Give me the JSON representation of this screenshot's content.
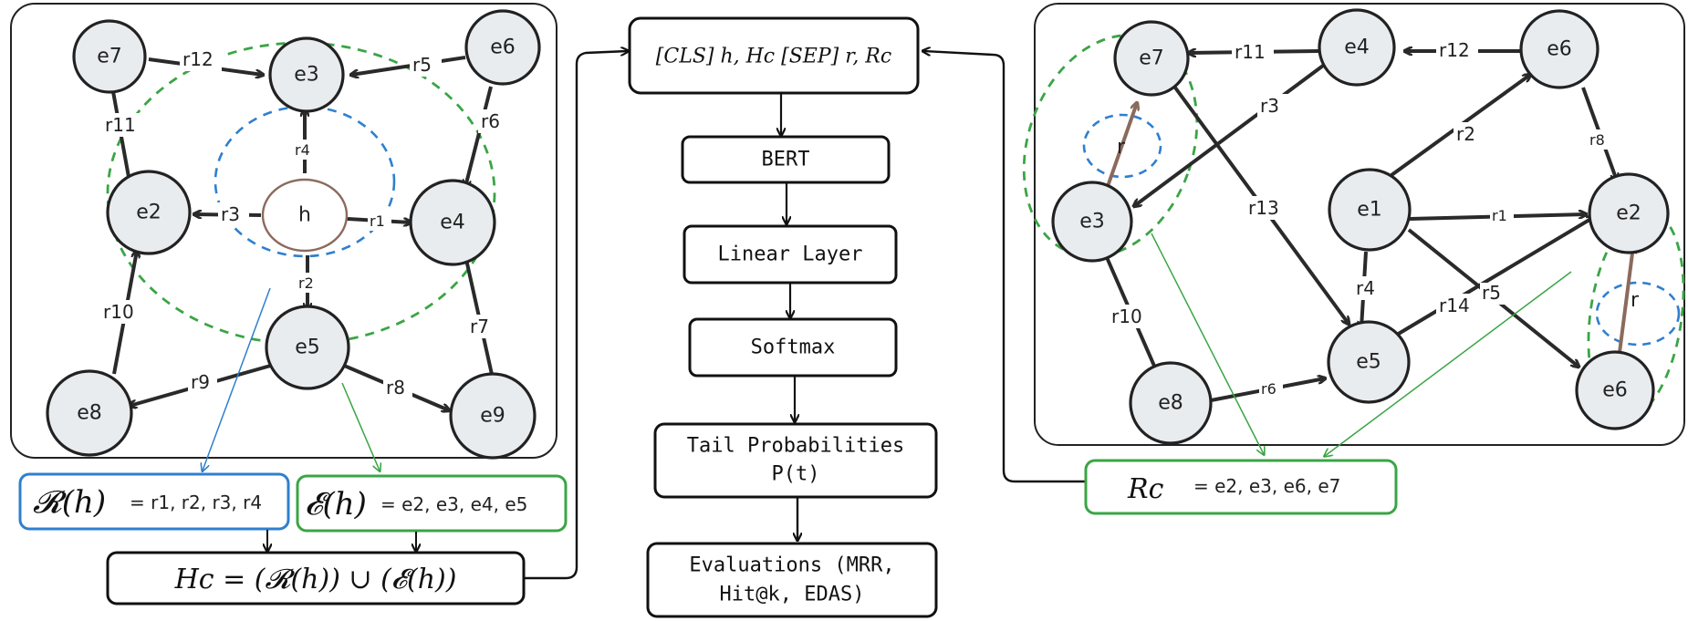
{
  "left_graph": {
    "center": "h",
    "nodes": [
      "e7",
      "e3",
      "e6",
      "e2",
      "e4",
      "e8",
      "e5",
      "e9"
    ],
    "edges": {
      "r12": "r12",
      "r5": "r5",
      "r11": "r11",
      "r6": "r6",
      "r4": "r4",
      "r3": "r3",
      "r1": "r1",
      "r2": "r2",
      "r10": "r10",
      "r7": "r7",
      "r9": "r9",
      "r8": "r8"
    }
  },
  "left_labels": {
    "r_h": "𝓡(h)",
    "r_h_eq": "= r1, r2, r3, r4",
    "e_h": "𝓔(h)",
    "e_h_eq": "= e2, e3, e4, e5",
    "hc": "Hc = (𝓡(h)) ∪ (𝓔(h))"
  },
  "pipeline": {
    "input": "[CLS] h, Hc [SEP] r, Rc",
    "steps": [
      "BERT",
      "Linear Layer",
      "Softmax"
    ],
    "tail_line1": "Tail Probabilities",
    "tail_line2": "P(t)",
    "eval_line1": "Evaluations (MRR,",
    "eval_line2": "Hit@k, EDAS)"
  },
  "right_graph": {
    "nodes": [
      "e7",
      "e4",
      "e6",
      "e3",
      "e1",
      "e2",
      "e5",
      "e8",
      "e6"
    ],
    "edges": {
      "r11": "r11",
      "r12": "r12",
      "r3": "r3",
      "r2": "r2",
      "r8": "r8",
      "r13": "r13",
      "r1": "r1",
      "r4": "r4",
      "r14": "r14",
      "r5": "r5",
      "r10": "r10",
      "r6": "r6",
      "r_top": "r",
      "r_bottom": "r"
    }
  },
  "right_labels": {
    "rc": "Rc",
    "rc_eq": "= e2, e3, e6, e7"
  },
  "colors": {
    "blue": "#2f7fcf",
    "green": "#3aa545",
    "brown": "#8b6a5c",
    "node_fill": "#e9ecef"
  }
}
